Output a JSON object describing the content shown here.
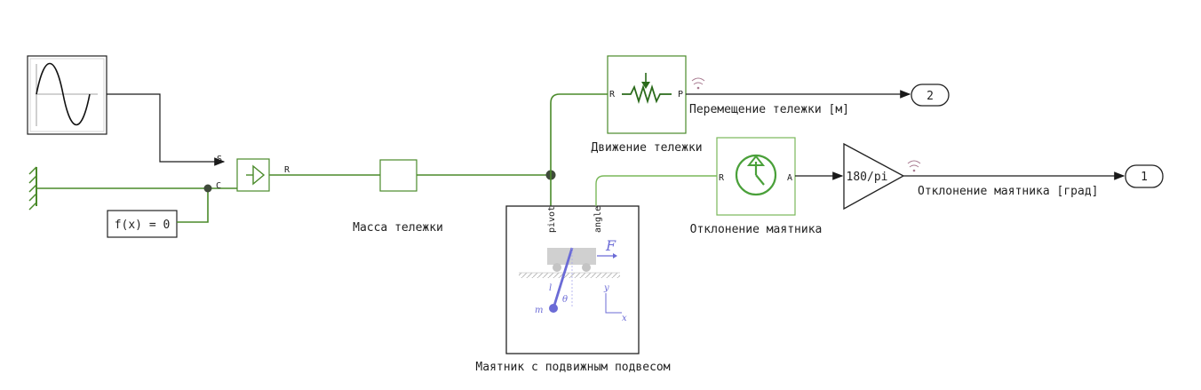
{
  "diagram": {
    "source_label": "",
    "func_block": "f(x) = 0",
    "port_S": "S",
    "port_C": "C",
    "port_R_sensor": "R",
    "mass_label": "Масса тележки",
    "pendulum_label": "Маятник с подвижным подвесом",
    "pivot_port": "pivot",
    "angle_port": "angle",
    "pos_sensor_label": "Движение тележки",
    "pos_port_R": "R",
    "pos_port_P": "P",
    "pos_signal_label": "Перемещение тележки [м]",
    "outport_2": "2",
    "angle_sensor_label": "Отклонение маятника",
    "angle_port_R": "R",
    "angle_port_A": "A",
    "gain": "180/pi",
    "angle_signal_label": "Отклонение маятника [град]",
    "outport_1": "1",
    "icon_F": "F",
    "icon_l": "l",
    "icon_theta": "θ",
    "icon_m": "m",
    "icon_y": "y",
    "icon_x": "x"
  },
  "colors": {
    "physical_line": "#4a8a2a",
    "physical_line_light": "#7ab85a",
    "signal_line": "#1a1a1a",
    "block_border": "#222222",
    "pendulum_blue": "#6b6bd6"
  }
}
